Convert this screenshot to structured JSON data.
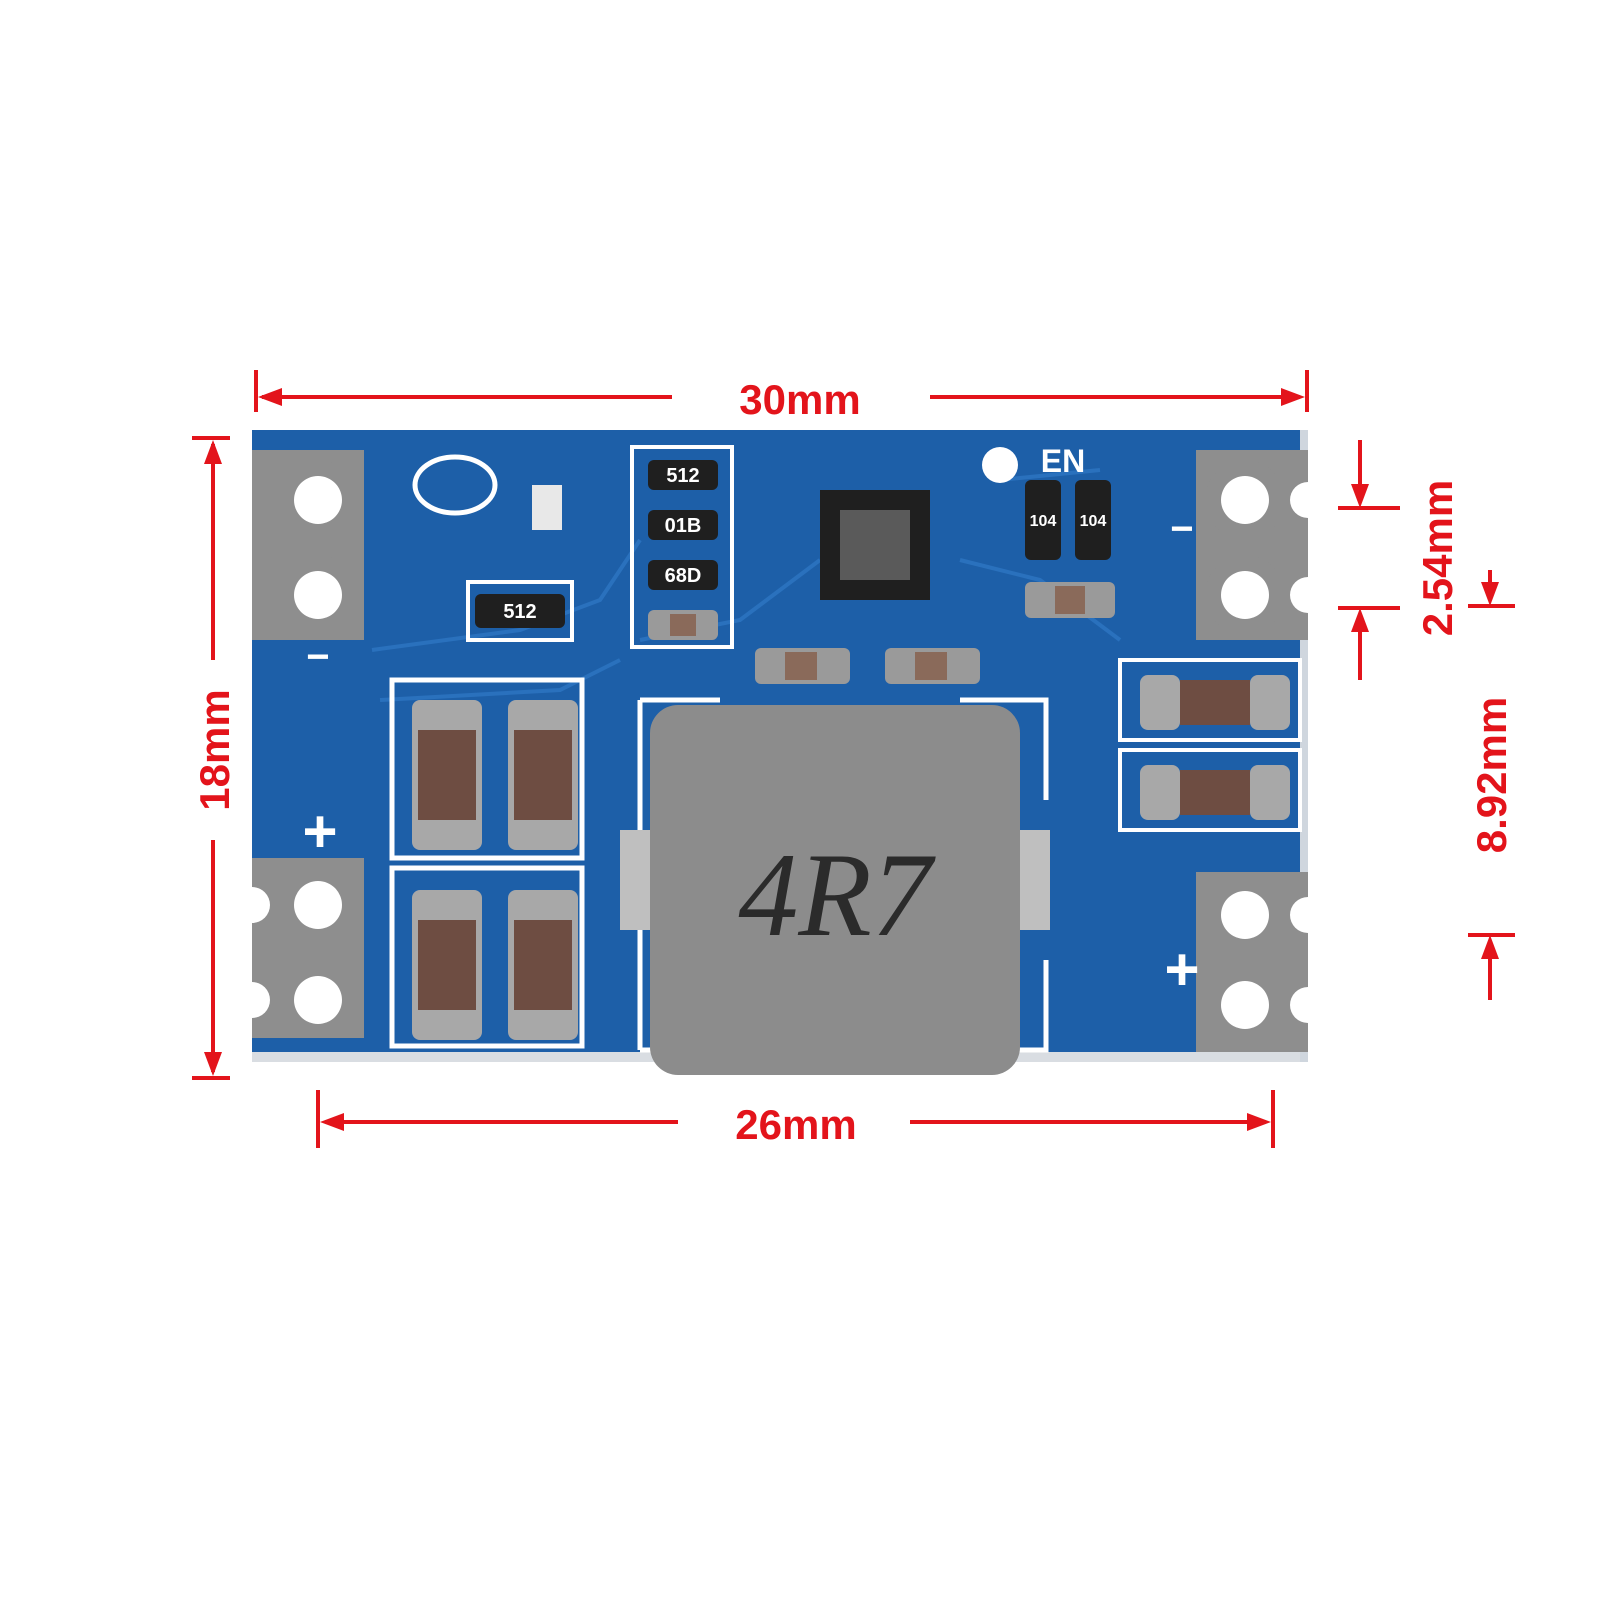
{
  "dimensions": {
    "width_top": "30mm",
    "width_bottom": "26mm",
    "height_left": "18mm",
    "pin_pitch": "2.54mm",
    "pin_spacing": "8.92mm"
  },
  "board": {
    "inductor_marking": "4R7",
    "resistor_markings": [
      "512",
      "01B",
      "68D",
      "512",
      "104",
      "104"
    ],
    "enable_label": "EN",
    "minus_label": "-",
    "plus_label": "+"
  },
  "colors": {
    "dimension": "#e3141b",
    "pcb": "#1d5fa8",
    "silkscreen": "#ffffff",
    "pad": "#9a9a9a",
    "inductor": "#8c8c8c",
    "capacitor": "#6e4d42"
  }
}
